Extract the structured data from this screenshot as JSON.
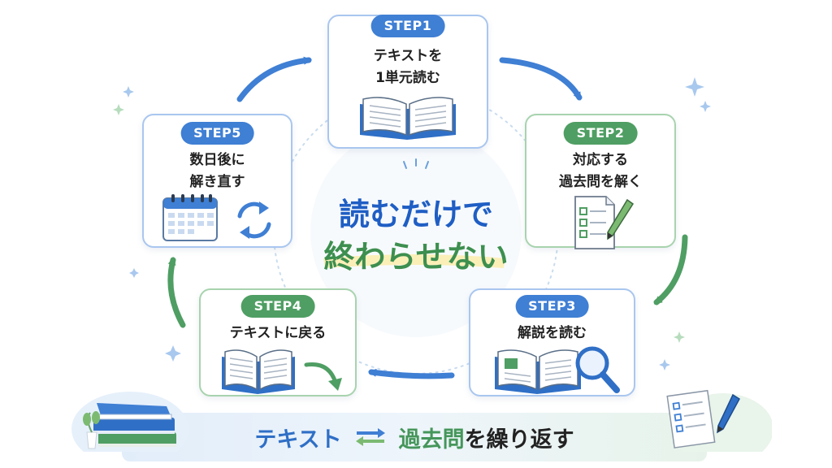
{
  "colors": {
    "blue": "#3f7fd4",
    "green": "#4f9e63",
    "center_blue": "#1f5ec4",
    "center_green": "#3d8f4f"
  },
  "steps": [
    {
      "badge": "STEP1",
      "lines": [
        "テキストを",
        "1単元読む"
      ],
      "icon": "open-book-icon"
    },
    {
      "badge": "STEP2",
      "lines": [
        "対応する",
        "過去問を解く"
      ],
      "icon": "checklist-pencil-icon"
    },
    {
      "badge": "STEP3",
      "lines": [
        "解説を読む"
      ],
      "icon": "book-magnifier-icon"
    },
    {
      "badge": "STEP4",
      "lines": [
        "テキストに戻る"
      ],
      "icon": "book-return-arrow-icon"
    },
    {
      "badge": "STEP5",
      "lines": [
        "数日後に",
        "解き直す"
      ],
      "icon": "calendar-refresh-icon"
    }
  ],
  "center": {
    "line1": "読むだけで",
    "line2": "終わらせない"
  },
  "bottom": {
    "left": "テキスト",
    "right": "過去問",
    "rest": "を繰り返す"
  }
}
